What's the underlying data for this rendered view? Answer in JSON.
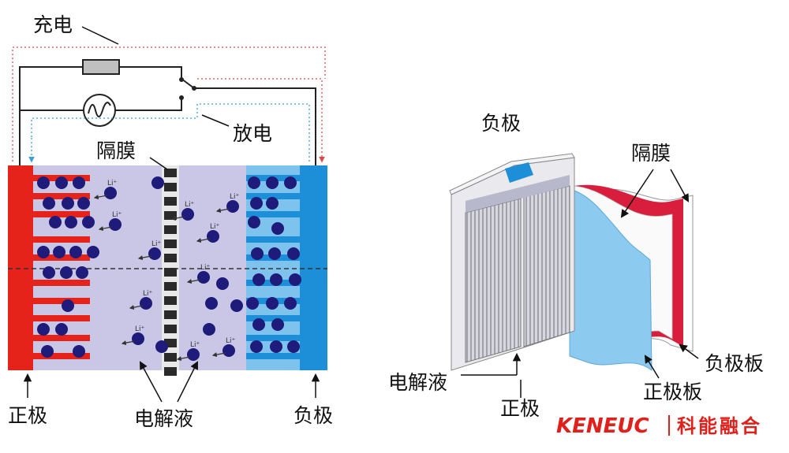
{
  "labels": {
    "charge": "充电",
    "discharge": "放电",
    "separator_left": "隔膜",
    "positive_left": "正极",
    "electrolyte_left": "电解液",
    "negative_left": "负极",
    "negative_right": "负极",
    "separator_right": "隔膜",
    "electrolyte_right": "电解液",
    "positive_right": "正极",
    "negative_plate": "负极板",
    "positive_plate": "正极板"
  },
  "ion_label": "Li⁺",
  "logo": {
    "brand": "KENEUC",
    "chinese": "科能融合"
  },
  "colors": {
    "positive": "#e5231b",
    "negative": "#1c8fd8",
    "electrolyte": "#c9c6e6",
    "ion": "#1e1b7a",
    "separator": "#2a2a2a",
    "charge_line": "#d94a4a",
    "discharge_line": "#3a9ed8",
    "logo_red": "#e0201b"
  }
}
